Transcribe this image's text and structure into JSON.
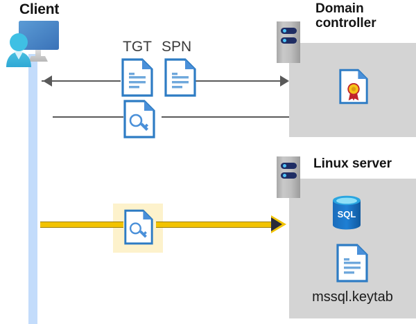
{
  "diagram": {
    "title_client": "Client",
    "title_domain_controller": "Domain controller",
    "title_linux_server": "Linux server",
    "keytab_filename": "mssql.keytab",
    "ticket_labels": {
      "tgt": "TGT",
      "spn": "SPN"
    },
    "icons": {
      "client": "client-user-computer-icon",
      "tgt_document": "document-icon",
      "spn_document": "document-icon",
      "ticket_key_document": "key-document-icon",
      "session_key_document": "key-document-icon",
      "certificate": "certificate-document-icon",
      "sql_database": "sql-database-icon",
      "keytab_document": "document-icon",
      "domain_controller_rack": "server-rack-icon",
      "linux_server_rack": "server-rack-icon"
    },
    "flows": {
      "request": {
        "name": "client-to-dc-request",
        "direction": "right",
        "color": "#595959"
      },
      "response": {
        "name": "dc-to-client-response",
        "direction": "left",
        "color": "#595959"
      },
      "authenticated_connection": {
        "name": "client-to-linux-authenticated",
        "direction": "right",
        "color": "#f2c300",
        "highlight_color": "#fdf2cc"
      }
    },
    "colors": {
      "panel_gray": "#d4d4d4",
      "lifeline_blue": "#c3dcfb",
      "accent_blue": "#3b7cc4",
      "highlight_yellow": "#f2c300",
      "highlight_bg": "#fdf2cc",
      "text_dark": "#141414"
    }
  }
}
